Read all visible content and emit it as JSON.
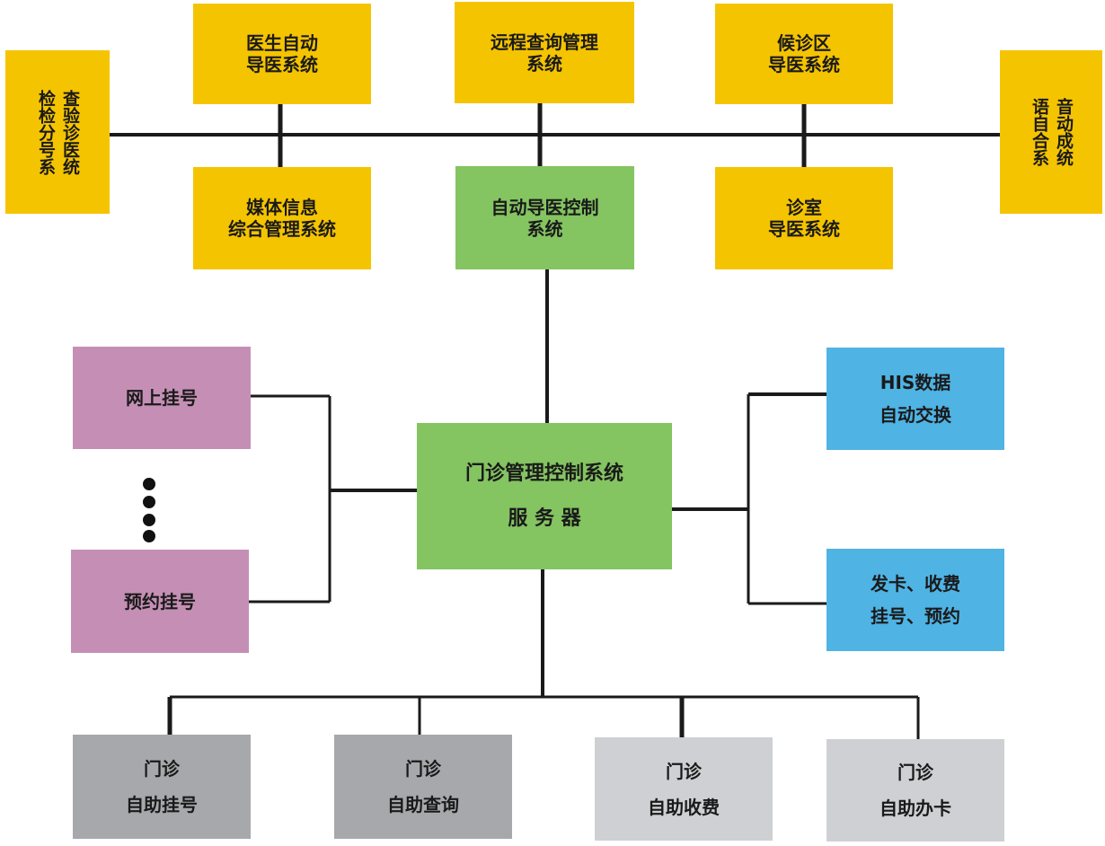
{
  "colors": {
    "yellow": "#f5c400",
    "green": "#84c461",
    "purple": "#c58fb5",
    "blue": "#4fb3e3",
    "gray_dark": "#a6a8ab",
    "gray_light": "#cfd0d3",
    "line": "#1a1a1a"
  },
  "top_row": {
    "left_vertical": {
      "col1": "检检分号系",
      "col2": "查验诊医统"
    },
    "doctor_guide": {
      "line1": "医生自动",
      "line2": "导医系统"
    },
    "remote_query": {
      "line1": "远程查询管理",
      "line2": "系统"
    },
    "waiting_area": {
      "line1": "候诊区",
      "line2": "导医系统"
    },
    "right_vertical": {
      "col1": "语自合系",
      "col2": "音动成统"
    },
    "media_info": {
      "line1": "媒体信息",
      "line2": "综合管理系统"
    },
    "auto_guide_control": {
      "line1": "自动导医控制",
      "line2": "系统"
    },
    "clinic_room": {
      "line1": "诊室",
      "line2": "导医系统"
    }
  },
  "center": {
    "server": {
      "line1": "门诊管理控制系统",
      "line2": "服 务 器"
    }
  },
  "left_group": {
    "online_reg": "网上挂号",
    "appointment_reg": "预约挂号"
  },
  "right_group": {
    "his_exchange": {
      "line1": "HIS数据",
      "line2": "自动交换"
    },
    "card_fee": {
      "line1": "发卡、收费",
      "line2": "挂号、预约"
    }
  },
  "bottom_row": [
    {
      "line1": "门诊",
      "line2": "自助挂号"
    },
    {
      "line1": "门诊",
      "line2": "自助查询"
    },
    {
      "line1": "门诊",
      "line2": "自助收费"
    },
    {
      "line1": "门诊",
      "line2": "自助办卡"
    }
  ]
}
